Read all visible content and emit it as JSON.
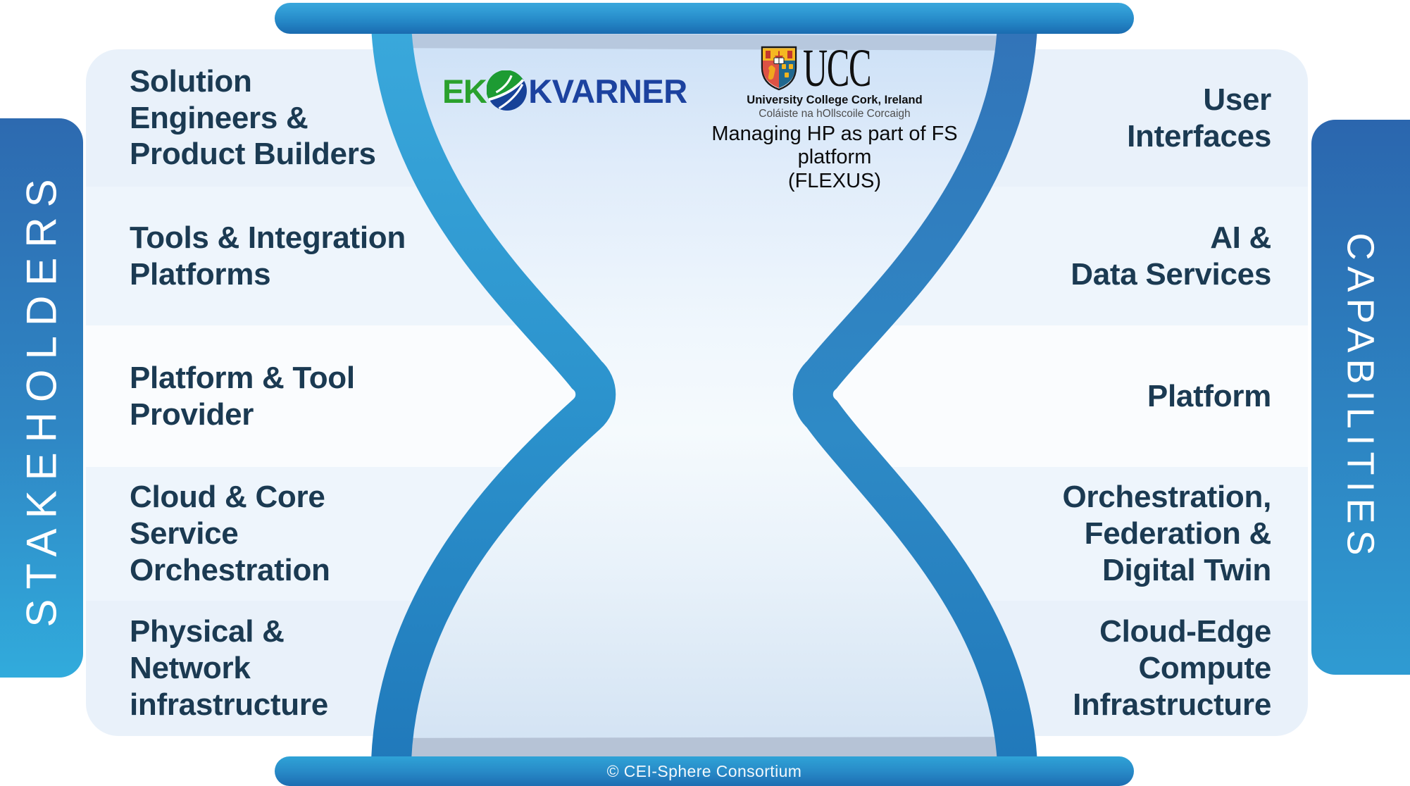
{
  "left_rail": {
    "label": "STAKEHOLDERS"
  },
  "right_rail": {
    "label": "CAPABILITIES"
  },
  "rows": [
    {
      "left": "Solution\nEngineers &\nProduct Builders",
      "right": "User\nInterfaces"
    },
    {
      "left": "Tools & Integration\nPlatforms",
      "right": "AI &\nData Services"
    },
    {
      "left": "Platform & Tool\nProvider",
      "right": "Platform"
    },
    {
      "left": "Cloud & Core\nService\nOrchestration",
      "right": "Orchestration,\nFederation &\nDigital Twin"
    },
    {
      "left": "Physical &\nNetwork\ninfrastructure",
      "right": "Cloud-Edge\nCompute\nInfrastructure"
    }
  ],
  "header": {
    "ekokvarner": {
      "prefix": "EK",
      "suffix": "KVARNER",
      "icon": "globe-leaf-icon"
    },
    "ucc": {
      "acronym": "UCC",
      "name_en": "University College Cork, Ireland",
      "name_ga": "Coláiste na hOllscoile Corcaigh",
      "icon": "ucc-crest-icon"
    },
    "caption": "Managing HP as part of FS platform\n(FLEXUS)"
  },
  "footer": {
    "copyright": "© CEI-Sphere Consortium"
  },
  "colors": {
    "band_tint_strong": "#e9f1fa",
    "band_tint_light": "#eef5fc",
    "band_white": "#fafcfe",
    "label_text": "#1b3a52",
    "rail_gradient_top": "#2d6ab0",
    "rail_gradient_bottom": "#31abdc",
    "glass_wall_left": "#2f9fd4",
    "glass_wall_right": "#2e7fc0",
    "glass_fill_top": "#cfe2f7",
    "cap_gradient_top": "#39a7dc",
    "cap_gradient_bottom": "#1a6bb0",
    "ekokvarner_green": "#2aa12d",
    "ekokvarner_blue": "#1c429f",
    "footer_text": "#f2f8fc"
  }
}
